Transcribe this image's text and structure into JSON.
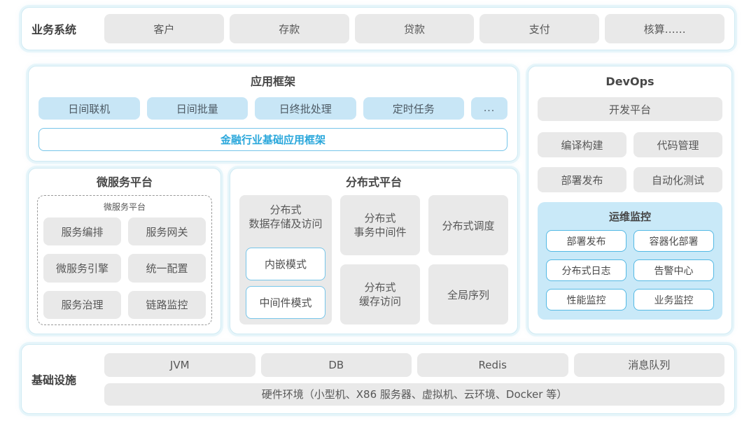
{
  "colors": {
    "panel_border": "#cfeaf3",
    "panel_glow": "#e6f5fa",
    "gray_box": "#e9e9e9",
    "blue_box": "#c8e6f6",
    "blue_border": "#76c5e9",
    "blue_text": "#2aa7db",
    "ops_bg": "#c9e9f8",
    "ops_item_border": "#54b9e4",
    "text_primary": "#4a4a4a",
    "text_box": "#575757"
  },
  "business_systems": {
    "label": "业务系统",
    "items": [
      "客户",
      "存款",
      "贷款",
      "支付",
      "核算……"
    ]
  },
  "app_framework": {
    "title": "应用框架",
    "modules": [
      "日间联机",
      "日间批量",
      "日终批处理",
      "定时任务",
      "..."
    ],
    "base_framework": "金融行业基础应用框架"
  },
  "devops": {
    "title": "DevOps",
    "dev_platform": "开发平台",
    "tools": [
      "编译构建",
      "代码管理",
      "部署发布",
      "自动化测试"
    ],
    "ops_monitoring": {
      "title": "运维监控",
      "items": [
        "部署发布",
        "容器化部署",
        "分布式日志",
        "告警中心",
        "性能监控",
        "业务监控"
      ]
    }
  },
  "microservice_platform": {
    "title": "微服务平台",
    "inner_title": "微服务平台",
    "items": [
      "服务编排",
      "服务网关",
      "微服务引擎",
      "统一配置",
      "服务治理",
      "链路监控"
    ]
  },
  "distributed_platform": {
    "title": "分布式平台",
    "data_storage": {
      "label": "分布式\n数据存储及访问",
      "modes": [
        "内嵌模式",
        "中间件模式"
      ]
    },
    "columns": [
      {
        "top": "分布式\n事务中间件",
        "bottom": "分布式\n缓存访问"
      },
      {
        "top": "分布式调度",
        "bottom": "全局序列"
      }
    ]
  },
  "infrastructure": {
    "label": "基础设施",
    "items": [
      "JVM",
      "DB",
      "Redis",
      "消息队列"
    ],
    "hardware": "硬件环境（小型机、X86 服务器、虚拟机、云环境、Docker 等）"
  }
}
